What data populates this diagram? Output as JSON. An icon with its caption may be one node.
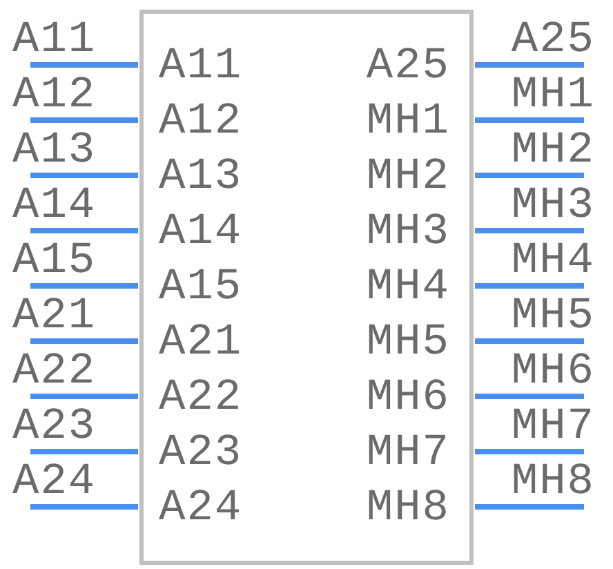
{
  "diagram": {
    "nodes": [
      {
        "text": [
          "A11",
          "A25",
          "A12",
          "MH1",
          "A13",
          "MH2",
          "A14",
          "MH3",
          "A15",
          "MH4",
          "A21",
          "MH5",
          "A22",
          "MH6",
          "A23",
          "MH7",
          "A24",
          "MH8"
        ]
      }
    ],
    "labels": [
      "A11",
      "A25",
      "A12",
      "MH1",
      "A13",
      "MH2",
      "A14",
      "MH3",
      "A15",
      "MH4",
      "A21",
      "MH5",
      "A22",
      "MH6",
      "A23",
      "MH7",
      "A24",
      "MH8"
    ]
  }
}
